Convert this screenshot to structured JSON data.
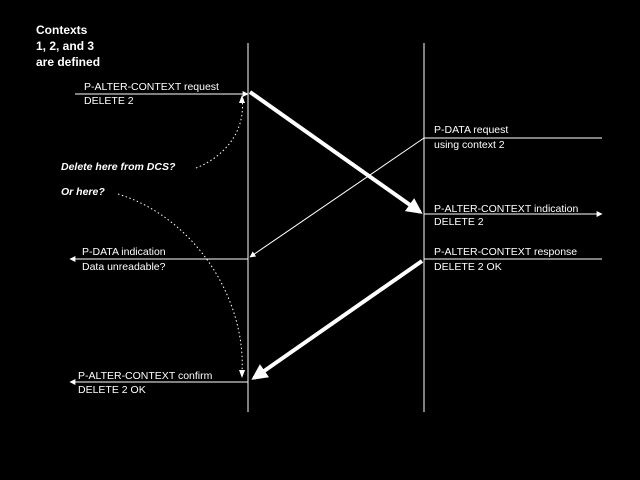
{
  "title": {
    "line1": "Contexts",
    "line2": "1, 2, and 3",
    "line3": "are defined"
  },
  "messages": {
    "alter_request": {
      "line1": "P-ALTER-CONTEXT request",
      "line2": "DELETE 2"
    },
    "data_request": {
      "line1": "P-DATA request",
      "line2": "using context 2"
    },
    "alter_indication": {
      "line1": "P-ALTER-CONTEXT indication",
      "line2": "DELETE 2"
    },
    "data_indication": {
      "line1": "P-DATA indication",
      "line2": "Data unreadable?"
    },
    "alter_response": {
      "line1": "P-ALTER-CONTEXT response",
      "line2": "DELETE 2 OK"
    },
    "alter_confirm": {
      "line1": "P-ALTER-CONTEXT confirm",
      "line2": "DELETE 2 OK"
    }
  },
  "notes": {
    "delete_here": "Delete here from DCS?",
    "or_here": "Or here?"
  },
  "colors": {
    "background": "#000000",
    "foreground": "#ffffff"
  }
}
